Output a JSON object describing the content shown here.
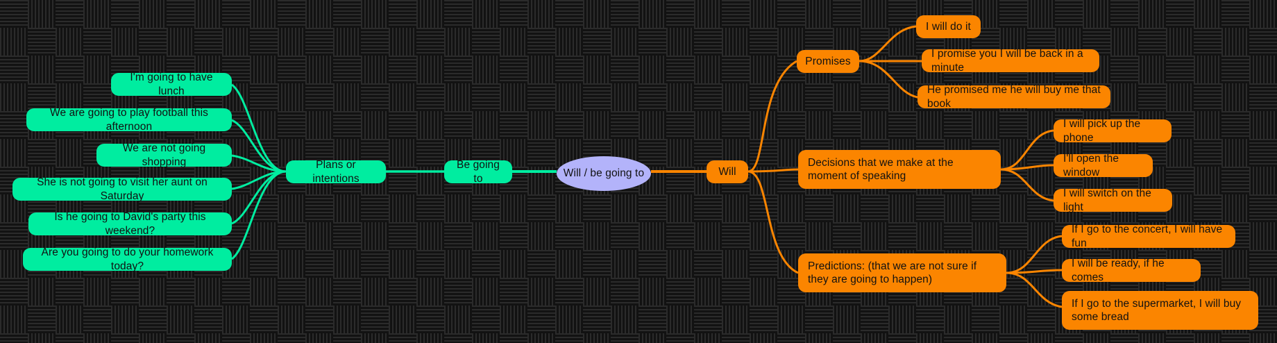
{
  "diagram": {
    "title": "Will / be going to",
    "background_color": "#131313",
    "colors": {
      "green": "#00eda0",
      "orange": "#fb8500",
      "center": "#b3b3fa",
      "text": "#111111"
    },
    "center_node": {
      "label": "Will / be going to"
    },
    "left_branch": {
      "trunk": {
        "label": "Be going to"
      },
      "category": {
        "label": "Plans or intentions"
      },
      "examples": [
        {
          "label": "I'm going to have lunch"
        },
        {
          "label": "We are going to play football this afternoon"
        },
        {
          "label": "We are not going shopping"
        },
        {
          "label": "She is not going to visit her aunt on Saturday"
        },
        {
          "label": "Is he going to David's party this weekend?"
        },
        {
          "label": "Are you going to do your homework today?"
        }
      ]
    },
    "right_branch": {
      "trunk": {
        "label": "Will"
      },
      "categories": [
        {
          "label": "Promises",
          "examples": [
            {
              "label": "I will do it"
            },
            {
              "label": "I promise you I will be back in a minute"
            },
            {
              "label": "He promised me he will buy me that book"
            }
          ]
        },
        {
          "label": "Decisions that we make at the moment of speaking",
          "examples": [
            {
              "label": "I will pick up the phone"
            },
            {
              "label": "I'll open the window"
            },
            {
              "label": "I will switch on the light"
            }
          ]
        },
        {
          "label": "Predictions: (that we are not sure if they are going to happen)",
          "examples": [
            {
              "label": "If I go to the concert, I will have fun"
            },
            {
              "label": "I will be ready, if he comes"
            },
            {
              "label": "If I go to the supermarket, I will buy some bread"
            }
          ]
        }
      ]
    }
  }
}
